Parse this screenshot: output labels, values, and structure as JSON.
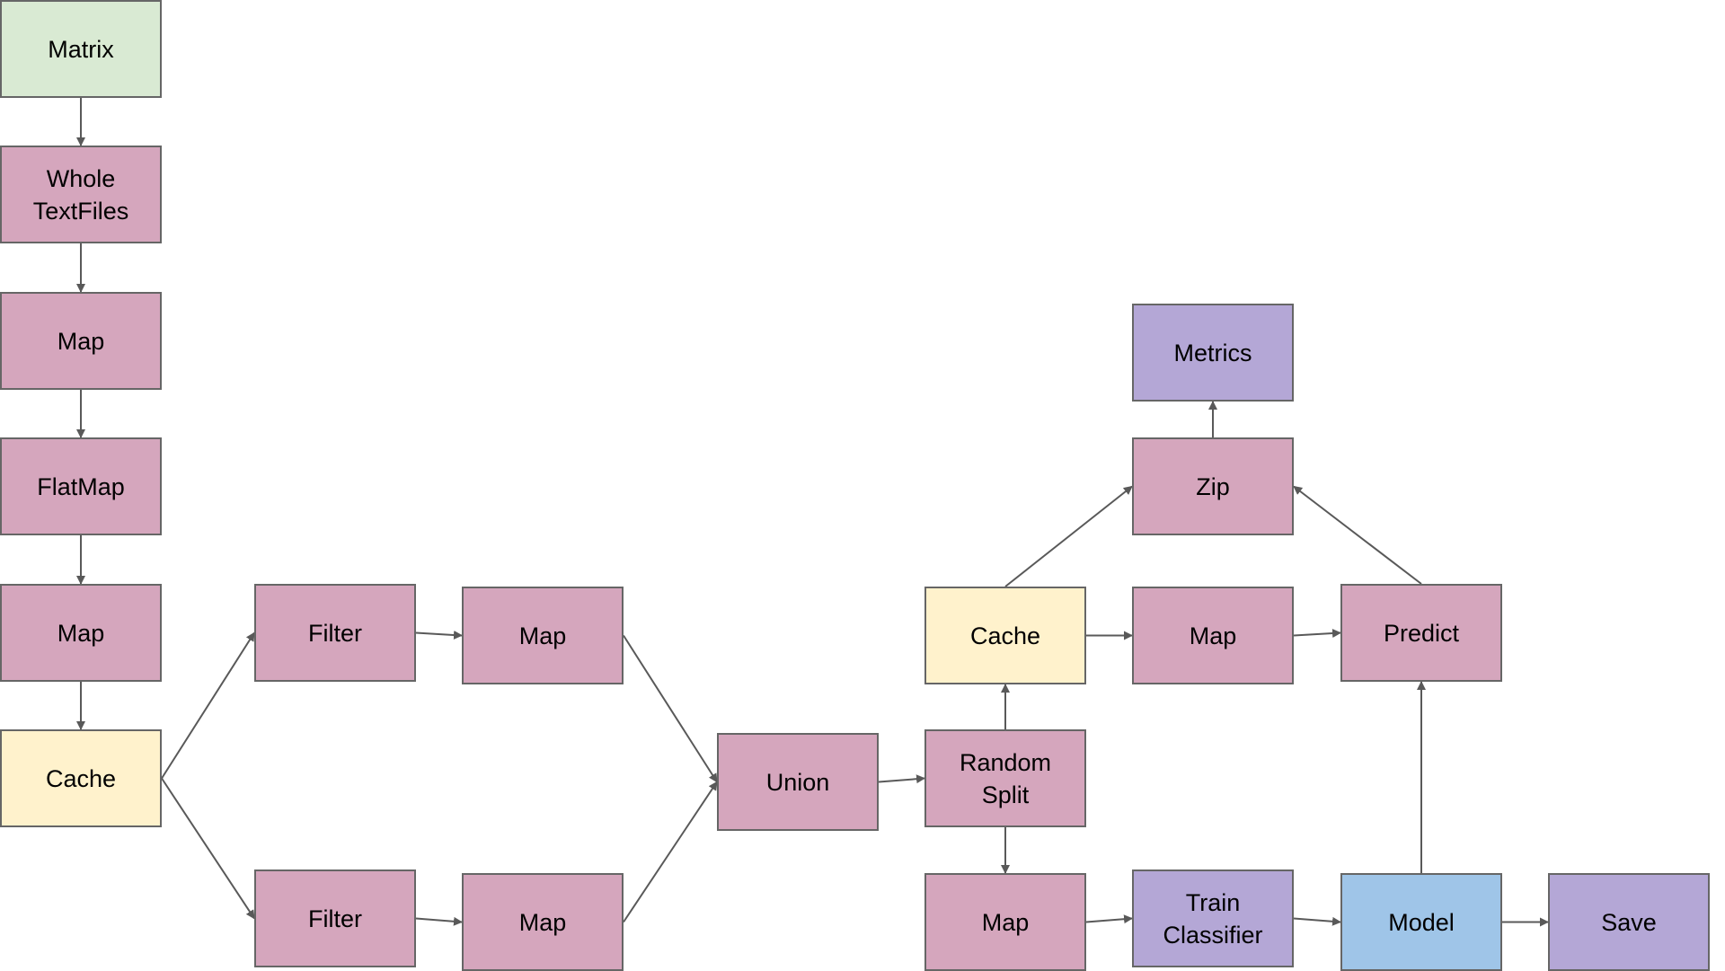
{
  "title": "Spark pipeline diagram",
  "colors": {
    "source": "#d9ead3",
    "transform": "#d5a6bd",
    "cache": "#fff2cc",
    "action": "#b4a7d6",
    "model": "#9fc5e8",
    "edge": "#595959",
    "border": "#666666"
  },
  "nodes": [
    {
      "id": "matrix",
      "label": "Matrix",
      "kind": "source"
    },
    {
      "id": "wholetextfiles",
      "label": "Whole\nTextFiles",
      "kind": "transform"
    },
    {
      "id": "map-1",
      "label": "Map",
      "kind": "transform"
    },
    {
      "id": "flatmap",
      "label": "FlatMap",
      "kind": "transform"
    },
    {
      "id": "map-2",
      "label": "Map",
      "kind": "transform"
    },
    {
      "id": "cache-1",
      "label": "Cache",
      "kind": "cache"
    },
    {
      "id": "filter-1",
      "label": "Filter",
      "kind": "transform"
    },
    {
      "id": "map-3",
      "label": "Map",
      "kind": "transform"
    },
    {
      "id": "filter-2",
      "label": "Filter",
      "kind": "transform"
    },
    {
      "id": "map-4",
      "label": "Map",
      "kind": "transform"
    },
    {
      "id": "union",
      "label": "Union",
      "kind": "transform"
    },
    {
      "id": "random-split",
      "label": "Random\nSplit",
      "kind": "transform"
    },
    {
      "id": "cache-2",
      "label": "Cache",
      "kind": "cache"
    },
    {
      "id": "map-5",
      "label": "Map",
      "kind": "transform"
    },
    {
      "id": "map-6",
      "label": "Map",
      "kind": "transform"
    },
    {
      "id": "train-classifier",
      "label": "Train\nClassifier",
      "kind": "action"
    },
    {
      "id": "model",
      "label": "Model",
      "kind": "model"
    },
    {
      "id": "save",
      "label": "Save",
      "kind": "action"
    },
    {
      "id": "predict",
      "label": "Predict",
      "kind": "transform"
    },
    {
      "id": "zip",
      "label": "Zip",
      "kind": "transform"
    },
    {
      "id": "metrics",
      "label": "Metrics",
      "kind": "action"
    }
  ],
  "edges": [
    [
      "matrix",
      "wholetextfiles"
    ],
    [
      "wholetextfiles",
      "map-1"
    ],
    [
      "map-1",
      "flatmap"
    ],
    [
      "flatmap",
      "map-2"
    ],
    [
      "map-2",
      "cache-1"
    ],
    [
      "cache-1",
      "filter-1"
    ],
    [
      "cache-1",
      "filter-2"
    ],
    [
      "filter-1",
      "map-3"
    ],
    [
      "filter-2",
      "map-4"
    ],
    [
      "map-3",
      "union"
    ],
    [
      "map-4",
      "union"
    ],
    [
      "union",
      "random-split"
    ],
    [
      "random-split",
      "cache-2"
    ],
    [
      "random-split",
      "map-5"
    ],
    [
      "cache-2",
      "map-6"
    ],
    [
      "cache-2",
      "zip"
    ],
    [
      "map-6",
      "predict"
    ],
    [
      "map-5",
      "train-classifier"
    ],
    [
      "train-classifier",
      "model"
    ],
    [
      "model",
      "save"
    ],
    [
      "model",
      "predict"
    ],
    [
      "predict",
      "zip"
    ],
    [
      "zip",
      "metrics"
    ]
  ]
}
